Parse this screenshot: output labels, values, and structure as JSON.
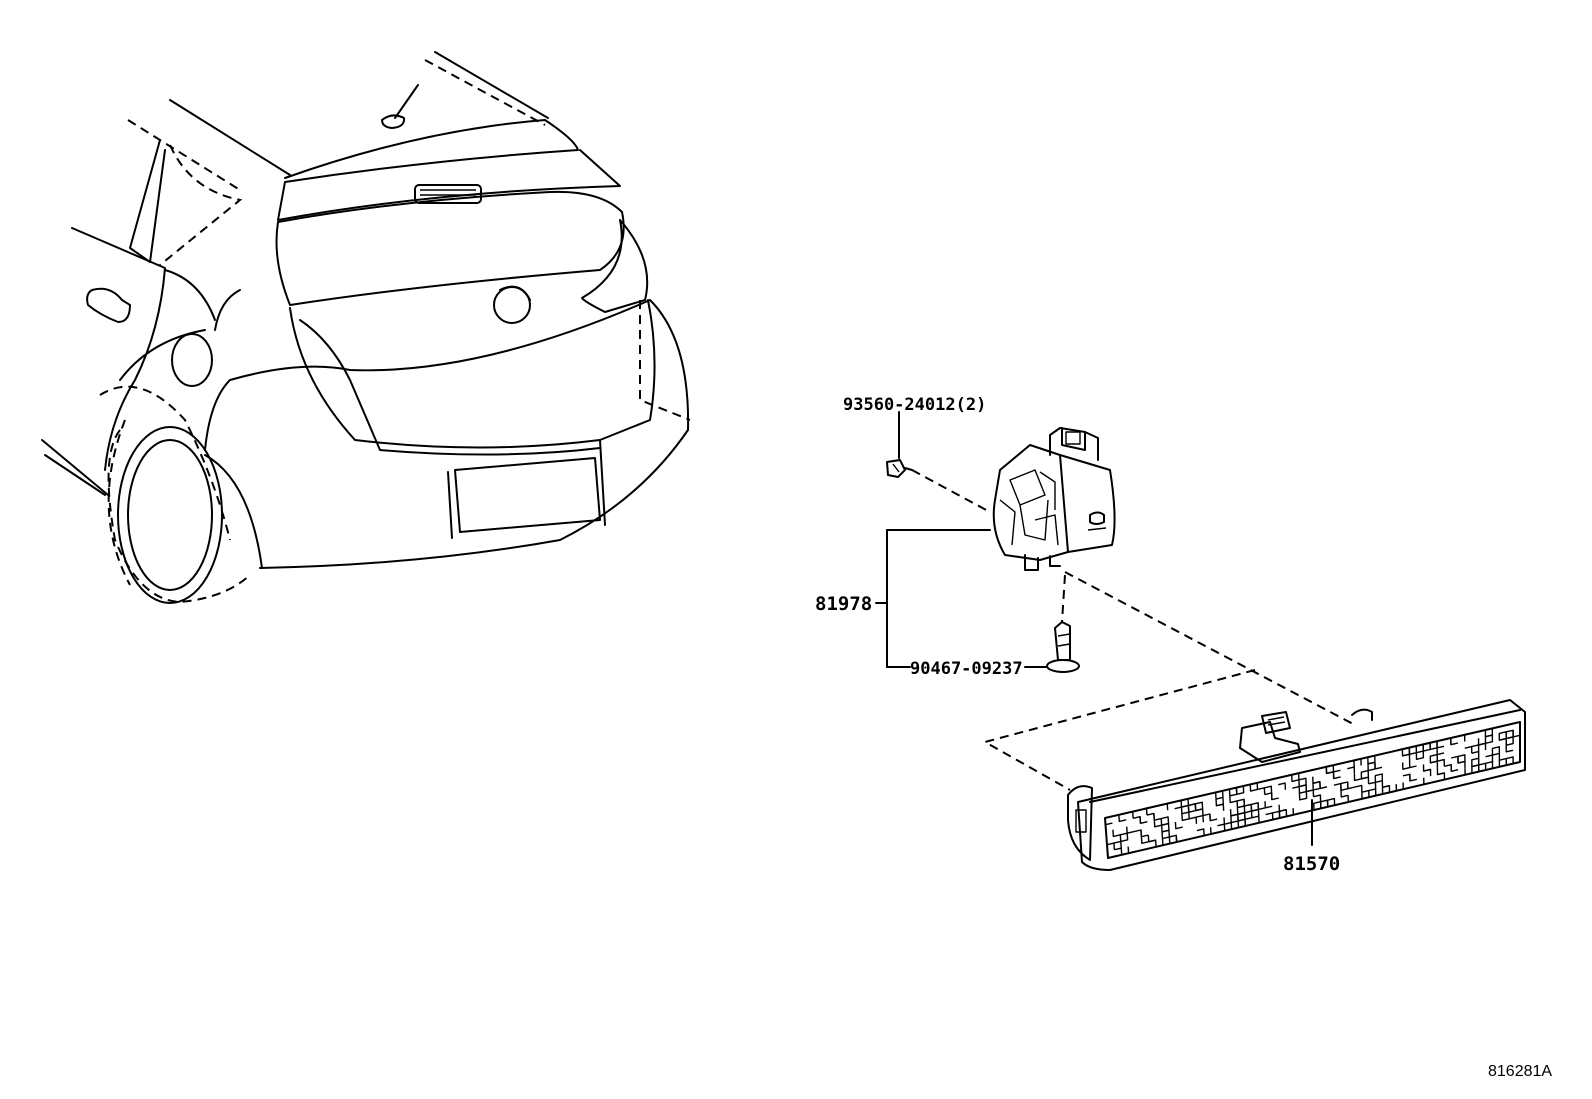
{
  "parts": [
    {
      "id": "p-93560",
      "number": "93560-24012",
      "qty": "(2)"
    },
    {
      "id": "p-81978",
      "number": "81978"
    },
    {
      "id": "p-90467",
      "number": "90467-09237"
    },
    {
      "id": "p-81570",
      "number": "81570"
    }
  ],
  "reference_code": "816281A"
}
